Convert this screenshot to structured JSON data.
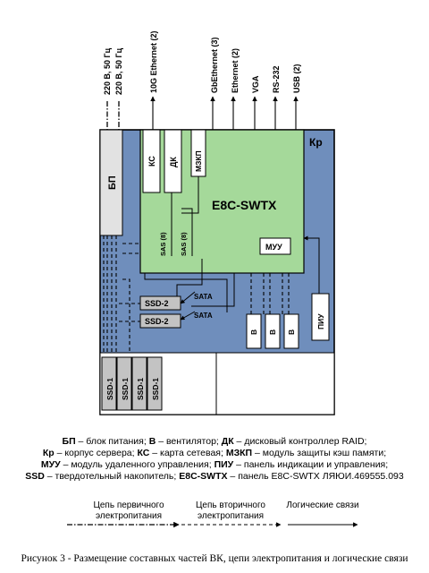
{
  "connectors": {
    "power_1": "220 В, 50 Гц",
    "power_2": "220 В, 50 Гц",
    "eth10g": "10G Ethernet (2)",
    "gbeth": "GbEthernet (3)",
    "ethernet": "Ethernet (2)",
    "vga": "VGA",
    "rs232": "RS-232",
    "usb": "USB (2)"
  },
  "blocks": {
    "kr": "Кр",
    "bp": "БП",
    "ks": "КС",
    "dk": "ДК",
    "mzkp": "МЗКП",
    "board": "E8C-SWTX",
    "muu": "МУУ",
    "piu": "ПИУ",
    "sas_1": "SAS (8)",
    "sas_2": "SAS (8)",
    "ssd2_1": "SSD-2",
    "ssd2_2": "SSD-2",
    "sata_1": "SATA",
    "sata_2": "SATA",
    "fan_1": "В",
    "fan_2": "В",
    "fan_3": "В",
    "ssd1_1": "SSD-1",
    "ssd1_2": "SSD-1",
    "ssd1_3": "SSD-1",
    "ssd1_4": "SSD-1"
  },
  "legend": {
    "line1": [
      {
        "abbr": "БП",
        "text": " – блок питания; "
      },
      {
        "abbr": "В",
        "text": " – вентилятор; "
      },
      {
        "abbr": "ДК",
        "text": " – дисковый контроллер RAID;"
      }
    ],
    "line2": [
      {
        "abbr": "Кр",
        "text": " – корпус сервера; "
      },
      {
        "abbr": "КС",
        "text": " – карта сетевая; "
      },
      {
        "abbr": "МЗКП",
        "text": " – модуль защиты кэш памяти;"
      }
    ],
    "line3": [
      {
        "abbr": "МУУ",
        "text": " – модуль удаленного управления; "
      },
      {
        "abbr": "ПИУ",
        "text": " – панель индикации и управления;"
      }
    ],
    "line4": [
      {
        "abbr": "SSD",
        "text": " – твердотельный накопитель; "
      },
      {
        "abbr": "E8C-SWTX",
        "text": " – панель E8C-SWTX ЛЯЮИ.469555.093"
      }
    ]
  },
  "line_key": {
    "primary": "Цепь первичного электропитания",
    "secondary": "Цепь вторичного электропитания",
    "logical": "Логические связи"
  },
  "caption": "Рисунок 3 - Размещение составных частей ВК, цепи электропитания и логические связи",
  "colors": {
    "chassis": "#6f8ebc",
    "board": "#a5d99a",
    "psu": "#e2e2e2",
    "drive": "#c3c3c3",
    "bay": "#ffffff"
  }
}
